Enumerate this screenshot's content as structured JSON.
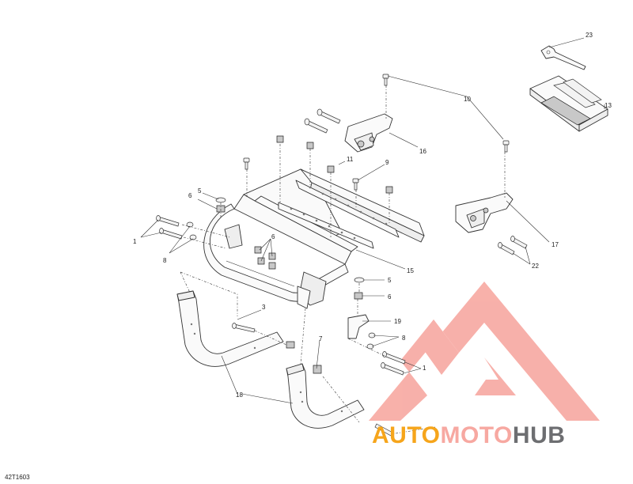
{
  "drawing_ref": "42T1603",
  "callouts": {
    "c1a": "1",
    "c1b": "1",
    "c3": "3",
    "c5a": "5",
    "c5b": "5",
    "c6a": "6",
    "c6b": "6",
    "c6c": "6",
    "c7": "7",
    "c8a": "8",
    "c8b": "8",
    "c9": "9",
    "c10": "10",
    "c11": "11",
    "c13": "13",
    "c15": "15",
    "c16": "16",
    "c17": "17",
    "c18": "18",
    "c19": "19",
    "c22": "22",
    "c23": "23"
  },
  "watermark": {
    "word_part1": "AUTO",
    "word_part2": "MOTO",
    "word_part3": "HUB",
    "color_light": "#f7a8a1",
    "color_orange": "#f6a51b",
    "color_gray": "#6d6e71"
  }
}
